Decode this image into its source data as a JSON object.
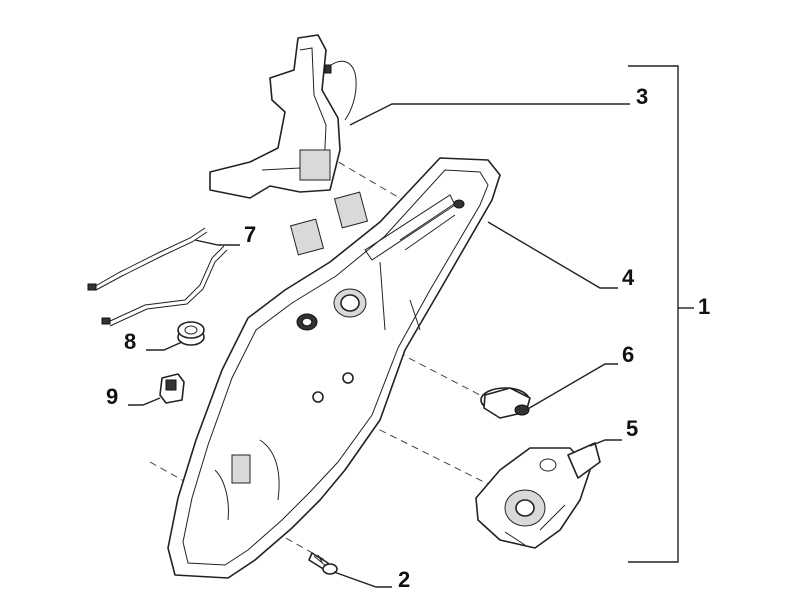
{
  "diagram": {
    "callouts": [
      {
        "id": "1",
        "label": "1"
      },
      {
        "id": "2",
        "label": "2"
      },
      {
        "id": "3",
        "label": "3"
      },
      {
        "id": "4",
        "label": "4"
      },
      {
        "id": "5",
        "label": "5"
      },
      {
        "id": "6",
        "label": "6"
      },
      {
        "id": "7",
        "label": "7"
      },
      {
        "id": "8",
        "label": "8"
      },
      {
        "id": "9",
        "label": "9"
      }
    ],
    "colors": {
      "line": "#222222",
      "background": "#ffffff"
    }
  }
}
